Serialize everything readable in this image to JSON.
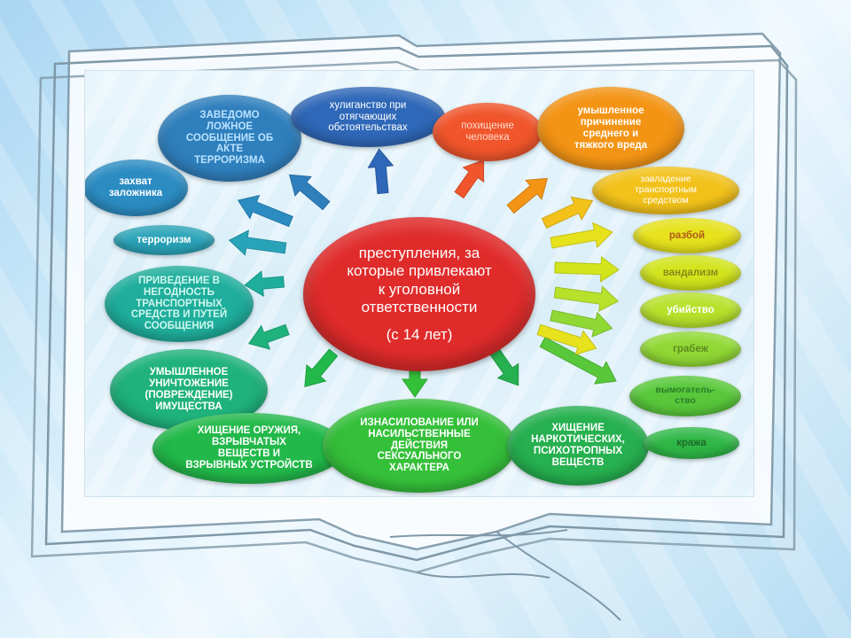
{
  "diagram": {
    "center": {
      "label": "преступления, за\nкоторые  привлекают\nк уголовной\nответственности",
      "age": "(с 14 лет)",
      "color": "#e02b2b"
    },
    "nodes": [
      {
        "id": "terror-false-report",
        "label": "ЗАВЕДОМО\nЛОЖНОЕ\nСООБЩЕНИЕ ОБ\nАКТЕ\nТЕРРОРИЗМА",
        "color": "#2f7fbd",
        "text_color": "#b9e2ff"
      },
      {
        "id": "hooliganism",
        "label": "хулиганство при\nотягчающих\nобстоятельствах",
        "color": "#2f68b8",
        "text_color": "#ffffff"
      },
      {
        "id": "kidnapping",
        "label": "похищение\nчеловека",
        "color": "#f0552b",
        "text_color": "#ffd8c9"
      },
      {
        "id": "harm",
        "label": "умышленное\nпричинение\nсреднего и\nтяжкого вреда",
        "color": "#f39415",
        "text_color": "#ffffff"
      },
      {
        "id": "hostage",
        "label": "захват\nзаложника",
        "color": "#2b8cc2",
        "text_color": "#ffffff"
      },
      {
        "id": "terrorism",
        "label": "терроризм",
        "color": "#29a3b8",
        "text_color": "#ffffff"
      },
      {
        "id": "transport-damage",
        "label": "ПРИВЕДЕНИЕ В\nНЕГОДНОСТЬ\nТРАНСПОРТНЫХ\nСРЕДСТВ И ПУТЕЙ\nСООБЩЕНИЯ",
        "color": "#1fae9c",
        "text_color": "#cff7ef"
      },
      {
        "id": "property-destruction",
        "label": "УМЫШЛЕННОЕ\nУНИЧТОЖЕНИЕ\n(ПОВРЕЖДЕНИЕ)\nИМУЩЕСТВА",
        "color": "#1fb27c",
        "text_color": "#ffffff"
      },
      {
        "id": "weapons-theft",
        "label": "ХИЩЕНИЕ ОРУЖИЯ,\nВЗРЫВЧАТЫХ\nВЕЩЕСТВ И\nВЗРЫВНЫХ УСТРОЙСТВ",
        "color": "#22b94a",
        "text_color": "#ffffff"
      },
      {
        "id": "sexual-violence",
        "label": "ИЗНАСИЛОВАНИЕ ИЛИ\nНАСИЛЬСТВЕННЫЕ\nДЕЙСТВИЯ\nСЕКСУАЛЬНОГО\nХАРАКТЕРА",
        "color": "#35c03a",
        "text_color": "#ffffff"
      },
      {
        "id": "drugs-theft",
        "label": "ХИЩЕНИЕ\nНАРКОТИЧЕСКИХ,\nПСИХОТРОПНЫХ\nВЕЩЕСТВ",
        "color": "#26b04f",
        "text_color": "#ffffff"
      },
      {
        "id": "vehicle-theft",
        "label": "завладение\nтранспортным\nсредством",
        "color": "#f2c21b",
        "text_color": "#ffffff"
      },
      {
        "id": "robbery-assault",
        "label": "разбой",
        "color": "#e6e21c",
        "text_color": "#b15a1a"
      },
      {
        "id": "vandalism",
        "label": "вандализм",
        "color": "#d2e51c",
        "text_color": "#8a8a1a"
      },
      {
        "id": "murder",
        "label": "убийство",
        "color": "#b7e12b",
        "text_color": "#ffffff"
      },
      {
        "id": "robbery",
        "label": "грабеж",
        "color": "#90d834",
        "text_color": "#5e8a1e"
      },
      {
        "id": "extortion",
        "label": "вымогатель-\nство",
        "color": "#58c83a",
        "text_color": "#2a7d2a"
      },
      {
        "id": "theft",
        "label": "кража",
        "color": "#2fb847",
        "text_color": "#1f6a2a"
      }
    ]
  },
  "book": {
    "page_color": "#fbfdff",
    "edge_color": "#8aa2b2"
  }
}
